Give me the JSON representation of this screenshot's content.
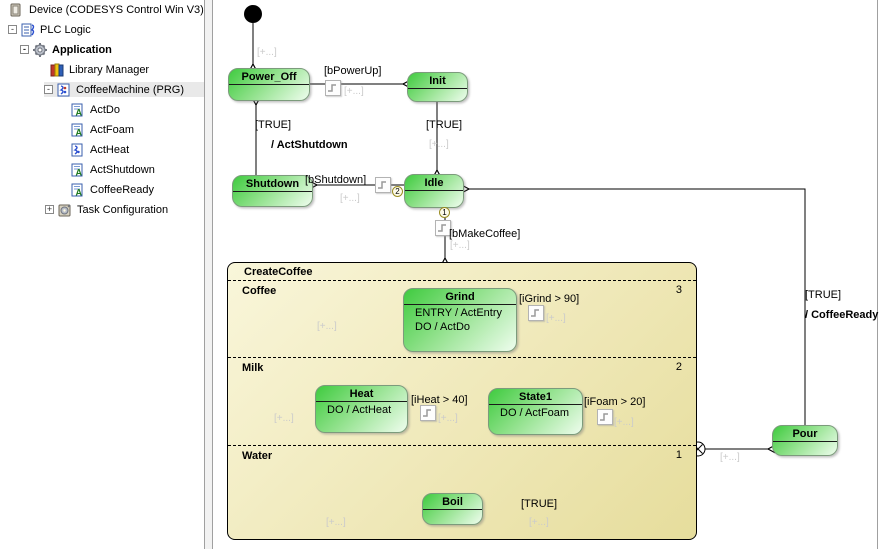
{
  "sidebar": {
    "items": [
      {
        "label": "Device (CODESYS Control Win V3)"
      },
      {
        "label": "PLC Logic"
      },
      {
        "label": "Application"
      },
      {
        "label": "Library Manager"
      },
      {
        "label": "CoffeeMachine (PRG)"
      },
      {
        "label": "ActDo"
      },
      {
        "label": "ActFoam"
      },
      {
        "label": "ActHeat"
      },
      {
        "label": "ActShutdown"
      },
      {
        "label": "CoffeeReady"
      },
      {
        "label": "Task Configuration"
      }
    ],
    "expander_expanded": "-",
    "expander_collapsed": "+"
  },
  "diagram": {
    "plus_label": "[+...]",
    "states": {
      "power_off": {
        "title": "Power_Off"
      },
      "init": {
        "title": "Init"
      },
      "shutdown": {
        "title": "Shutdown"
      },
      "idle": {
        "title": "Idle"
      },
      "grind": {
        "title": "Grind",
        "line1": "ENTRY / ActEntry",
        "line2": "DO / ActDo"
      },
      "heat": {
        "title": "Heat",
        "line1": "DO / ActHeat"
      },
      "state1": {
        "title": "State1",
        "line1": "DO / ActFoam"
      },
      "boil": {
        "title": "Boil"
      },
      "pour": {
        "title": "Pour"
      }
    },
    "composite": {
      "title": "CreateCoffee",
      "regions": [
        {
          "label": "Coffee",
          "number": "3"
        },
        {
          "label": "Milk",
          "number": "2"
        },
        {
          "label": "Water",
          "number": "1"
        }
      ]
    },
    "transitions": {
      "poweroff_init": {
        "guard": "[bPowerUp]"
      },
      "init_idle": {
        "guard": "[TRUE]"
      },
      "shutdown_poweroff": {
        "guard": "[TRUE]",
        "action": "/ ActShutdown"
      },
      "idle_shutdown": {
        "guard": "[bShutdown]",
        "priority": "2"
      },
      "idle_createcoffee": {
        "guard": "[bMakeCoffee]",
        "priority": "1"
      },
      "grind_final": {
        "guard": "[iGrind > 90]"
      },
      "heat_state1": {
        "guard": "[iHeat > 40]"
      },
      "state1_final": {
        "guard": "[iFoam > 20]"
      },
      "boil_final": {
        "guard": "[TRUE]"
      },
      "pour_idle": {
        "guard": "[TRUE]",
        "action": "/ CoffeeReady"
      }
    },
    "colors": {
      "state_gradient_start": "#3fcb3f",
      "state_gradient_end": "#effdee",
      "composite_bg_start": "#f9f6da",
      "composite_bg_end": "#e6dd9c",
      "plus_label_gray": "#cbcbcb"
    }
  }
}
